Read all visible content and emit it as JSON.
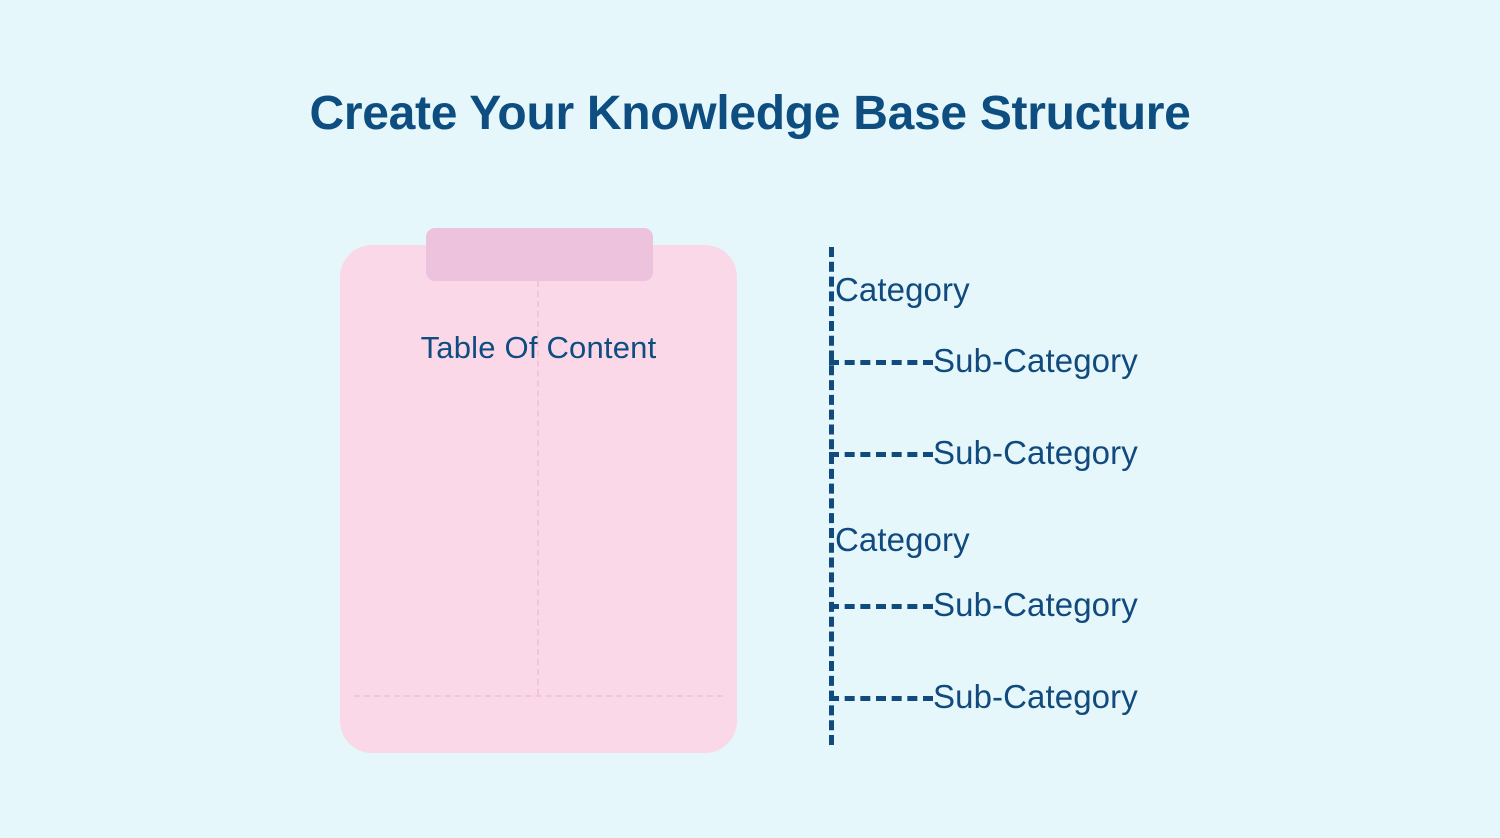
{
  "page": {
    "title": "Create Your Knowledge Base Structure",
    "background_color": "#e6f7fc",
    "accent_color": "#0d4d80"
  },
  "clipboard": {
    "label": "Table Of Content",
    "body_color": "#fbd8e8",
    "clip_color": "#edc2dd",
    "guide_color": "#f2c6da"
  },
  "tree": {
    "line_color": "#114a7d",
    "nodes": [
      {
        "label": "Category",
        "level": "category"
      },
      {
        "label": "Sub-Category",
        "level": "sub"
      },
      {
        "label": "Sub-Category",
        "level": "sub"
      },
      {
        "label": "Category",
        "level": "category"
      },
      {
        "label": "Sub-Category",
        "level": "sub"
      },
      {
        "label": "Sub-Category",
        "level": "sub"
      }
    ]
  }
}
